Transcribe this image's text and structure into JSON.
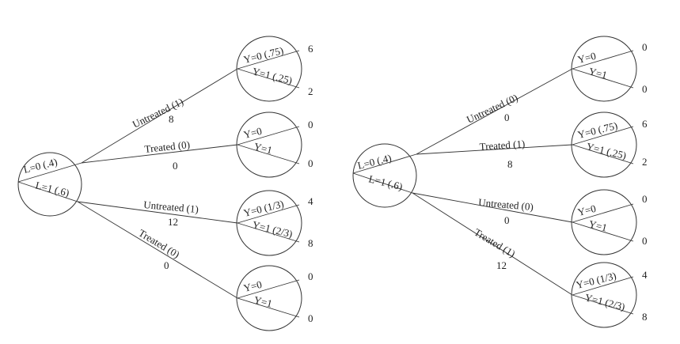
{
  "trees": [
    {
      "root": {
        "top": "L=0 (.4)",
        "bottom": "L=1 (.6)"
      },
      "branches": [
        {
          "label": "Untreated (1)",
          "count": "8",
          "y_top": "Y=0 (.75)",
          "y_bottom": "Y=1 (.25)",
          "n_top": "6",
          "n_bottom": "2"
        },
        {
          "label": "Treated (0)",
          "count": "0",
          "y_top": "Y=0",
          "y_bottom": "Y=1",
          "n_top": "0",
          "n_bottom": "0"
        },
        {
          "label": "Untreated (1)",
          "count": "12",
          "y_top": "Y=0 (1/3)",
          "y_bottom": "Y=1 (2/3)",
          "n_top": "4",
          "n_bottom": "8"
        },
        {
          "label": "Treated (0)",
          "count": "0",
          "y_top": "Y=0",
          "y_bottom": "Y=1",
          "n_top": "0",
          "n_bottom": "0"
        }
      ]
    },
    {
      "root": {
        "top": "L=0 (.4)",
        "bottom": "L=1 (.6)"
      },
      "branches": [
        {
          "label": "Untreated (0)",
          "count": "0",
          "y_top": "Y=0",
          "y_bottom": "Y=1",
          "n_top": "0",
          "n_bottom": "0"
        },
        {
          "label": "Treated (1)",
          "count": "8",
          "y_top": "Y=0 (.75)",
          "y_bottom": "Y=1 (.25)",
          "n_top": "6",
          "n_bottom": "2"
        },
        {
          "label": "Untreated (0)",
          "count": "0",
          "y_top": "Y=0",
          "y_bottom": "Y=1",
          "n_top": "0",
          "n_bottom": "0"
        },
        {
          "label": "Treated (1)",
          "count": "12",
          "y_top": "Y=0 (1/3)",
          "y_bottom": "Y=1 (2/3)",
          "n_top": "4",
          "n_bottom": "8"
        }
      ]
    }
  ]
}
